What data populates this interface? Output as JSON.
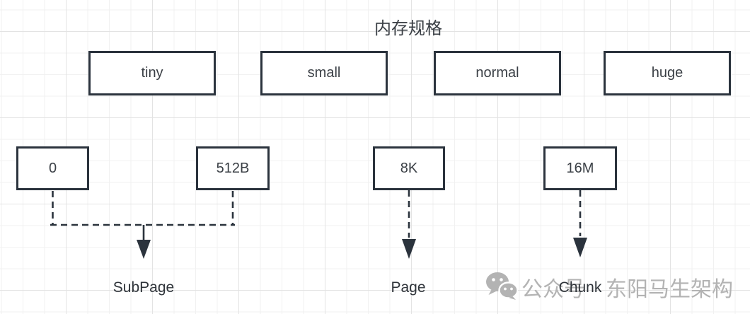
{
  "diagram": {
    "title": "内存规格",
    "size_classes": [
      "tiny",
      "small",
      "normal",
      "huge"
    ],
    "thresholds": [
      "0",
      "512B",
      "8K",
      "16M"
    ],
    "allocation_units": [
      "SubPage",
      "Page",
      "Chunk"
    ]
  },
  "watermark": {
    "icon": "wechat-icon",
    "prefix": "公众号",
    "suffix": "东阳马生架构"
  },
  "colors": {
    "box_border": "#2b333d",
    "connector": "#2b333d",
    "text": "#3a3f45",
    "watermark_gray": "#b3b3b3",
    "grid_minor": "#f1f1f1",
    "grid_major": "#e3e3e3",
    "background": "#ffffff"
  }
}
